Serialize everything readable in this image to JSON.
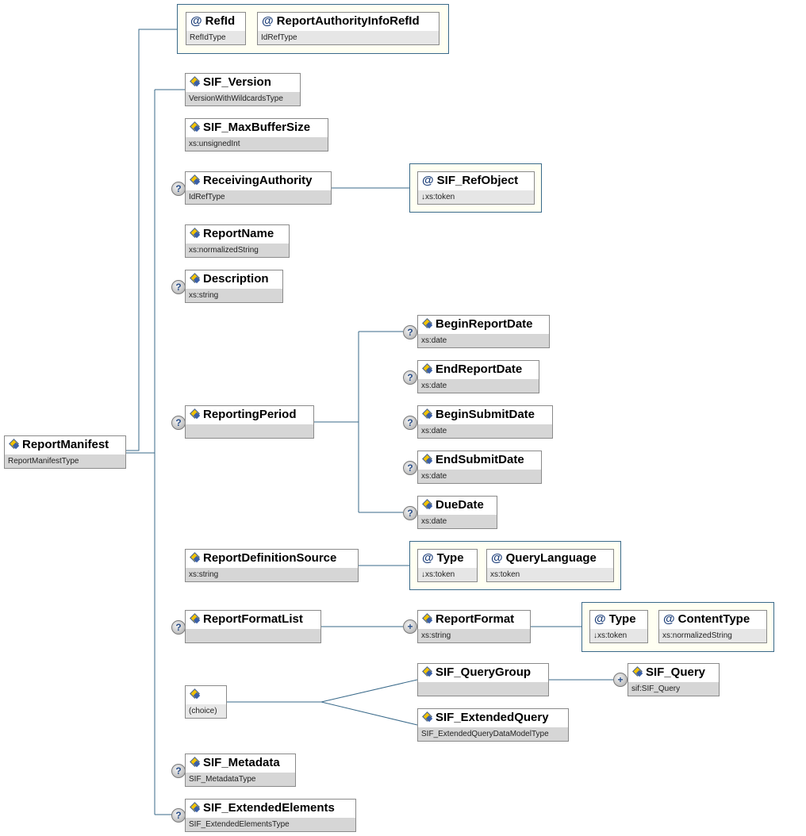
{
  "root": {
    "name": "ReportManifest",
    "type": "ReportManifestType"
  },
  "attributes": [
    {
      "name": "RefId",
      "type": "RefIdType"
    },
    {
      "name": "ReportAuthorityInfoRefId",
      "type": "IdRefType"
    }
  ],
  "elements": {
    "sif_version": {
      "name": "SIF_Version",
      "type": "VersionWithWildcardsType"
    },
    "sif_maxbuffersize": {
      "name": "SIF_MaxBufferSize",
      "type": "xs:unsignedInt"
    },
    "receivingauthority": {
      "name": "ReceivingAuthority",
      "type": "IdRefType"
    },
    "reportname": {
      "name": "ReportName",
      "type": "xs:normalizedString"
    },
    "description": {
      "name": "Description",
      "type": "xs:string"
    },
    "reportingperiod": {
      "name": "ReportingPeriod",
      "type": ""
    },
    "beginreportdate": {
      "name": "BeginReportDate",
      "type": "xs:date"
    },
    "endreportdate": {
      "name": "EndReportDate",
      "type": "xs:date"
    },
    "beginsubmitdate": {
      "name": "BeginSubmitDate",
      "type": "xs:date"
    },
    "endsubmitdate": {
      "name": "EndSubmitDate",
      "type": "xs:date"
    },
    "duedate": {
      "name": "DueDate",
      "type": "xs:date"
    },
    "reportdefinitionsource": {
      "name": "ReportDefinitionSource",
      "type": "xs:string"
    },
    "reportformatlist": {
      "name": "ReportFormatList",
      "type": ""
    },
    "reportformat": {
      "name": "ReportFormat",
      "type": "xs:string"
    },
    "choice": {
      "name": "",
      "type": "(choice)"
    },
    "sif_querygroup": {
      "name": "SIF_QueryGroup",
      "type": ""
    },
    "sif_query": {
      "name": "SIF_Query",
      "type": "sif:SIF_Query"
    },
    "sif_extendedquery": {
      "name": "SIF_ExtendedQuery",
      "type": "SIF_ExtendedQueryDataModelType"
    },
    "sif_metadata": {
      "name": "SIF_Metadata",
      "type": "SIF_MetadataType"
    },
    "sif_extendedelements": {
      "name": "SIF_ExtendedElements",
      "type": "SIF_ExtendedElementsType"
    }
  },
  "sub_attributes": {
    "sif_refobject": {
      "name": "SIF_RefObject",
      "type": "↓xs:token"
    },
    "rds_type": {
      "name": "Type",
      "type": "↓xs:token"
    },
    "querylanguage": {
      "name": "QueryLanguage",
      "type": "xs:token"
    },
    "rf_type": {
      "name": "Type",
      "type": "↓xs:token"
    },
    "contenttype": {
      "name": "ContentType",
      "type": "xs:normalizedString"
    }
  },
  "symbols": {
    "at": "@",
    "optional": "?",
    "expand": "+"
  }
}
